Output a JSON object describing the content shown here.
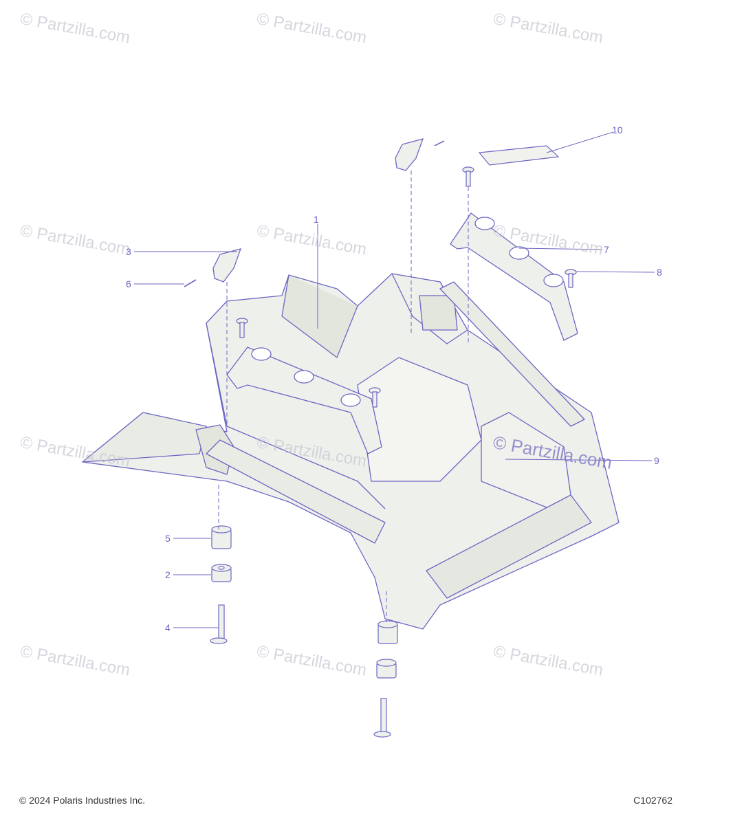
{
  "watermark_text": "© Partzilla.com",
  "callouts": [
    "1",
    "2",
    "3",
    "4",
    "5",
    "6",
    "7",
    "8",
    "9",
    "10"
  ],
  "footer": {
    "copyright": "© 2024 Polaris Industries Inc.",
    "diagram_code": "C102762"
  },
  "colors": {
    "line": "#6b66c2",
    "part_fill": "#eef0ec",
    "part_shadow": "#d8dccf"
  }
}
